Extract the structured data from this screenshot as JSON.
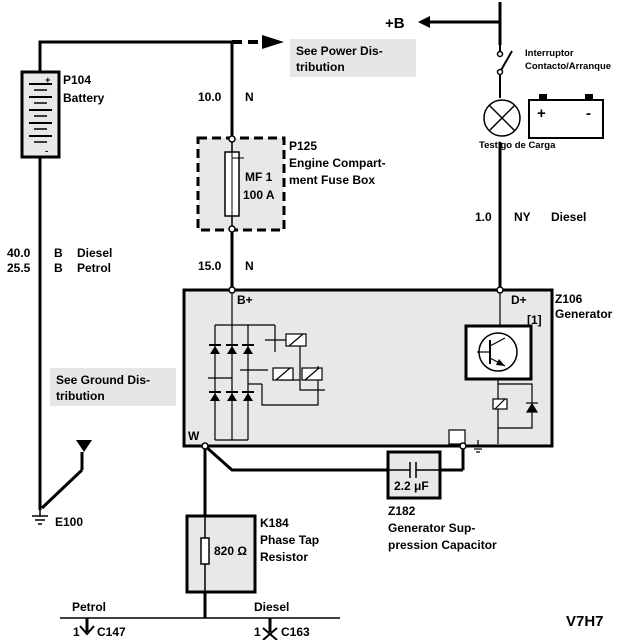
{
  "corner_code": "V7H7",
  "power_ref": {
    "bplus": "+B",
    "note_line1": "See Power Dis-",
    "note_line2": "tribution"
  },
  "battery": {
    "id": "P104",
    "name": "Battery",
    "plus": "+",
    "minus": "-"
  },
  "fusebox": {
    "id": "P125",
    "name_line1": "Engine Compart-",
    "name_line2": "ment Fuse Box",
    "fuse_id": "MF 1",
    "fuse_rating": "100 A"
  },
  "wires": {
    "top_size": "10.0",
    "top_color": "N",
    "mid_size": "15.0",
    "mid_color": "N",
    "diesel_size": "1.0",
    "diesel_color": "NY",
    "diesel_note": "Diesel",
    "batt_size_diesel": "40.0",
    "batt_color_diesel": "B",
    "batt_note_diesel": "Diesel",
    "batt_size_petrol": "25.5",
    "batt_color_petrol": "B",
    "batt_note_petrol": "Petrol"
  },
  "switch": {
    "line1": "Interruptor",
    "line2": "Contacto/Arranque"
  },
  "lamp": {
    "label": "Testigo de Carga",
    "batt_plus": "+",
    "batt_minus": "-"
  },
  "generator": {
    "id": "Z106",
    "name": "Generator",
    "ref": "[1]",
    "term_bplus": "B+",
    "term_dplus": "D+",
    "term_w": "W"
  },
  "ground_ref": {
    "line1": "See Ground Dis-",
    "line2": "tribution"
  },
  "ground": {
    "id": "E100"
  },
  "capacitor": {
    "value": "2.2 μF",
    "id": "Z182",
    "name_line1": "Generator Sup-",
    "name_line2": "pression Capacitor"
  },
  "resistor": {
    "value": "820 Ω",
    "id": "K184",
    "name_line1": "Phase Tap",
    "name_line2": "Resistor"
  },
  "connectors": {
    "petrol_label": "Petrol",
    "diesel_label": "Diesel",
    "petrol_pin": "1",
    "petrol_id": "C147",
    "diesel_pin": "1",
    "diesel_id": "C163"
  }
}
